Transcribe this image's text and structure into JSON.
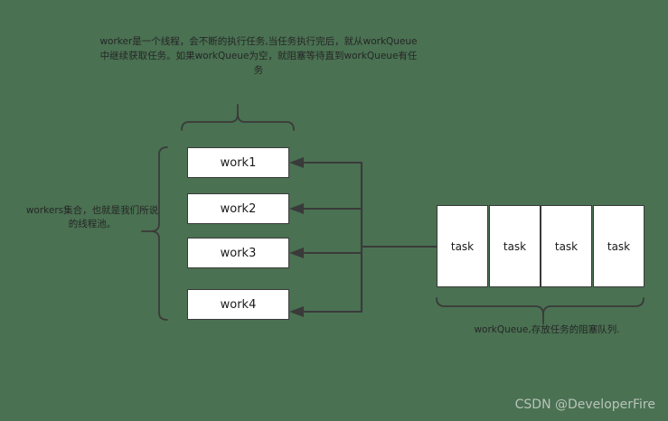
{
  "diagram": {
    "background_color": "#4a7152",
    "stroke_color": "#3a3a3a",
    "box_fill": "#ffffff",
    "annotations": {
      "worker_note": "worker是一个线程，会不断的执行任务,当任务执行完后，就从workQueue中继续获取任务。如果workQueue为空，就阻塞等待直到workQueue有任务",
      "workers_note": "workers集合，也就是我们所说的线程池。",
      "queue_note": "workQueue,存放任务的阻塞队列."
    },
    "workers": [
      {
        "label": "work1"
      },
      {
        "label": "work2"
      },
      {
        "label": "work3"
      },
      {
        "label": "work4"
      }
    ],
    "tasks": [
      {
        "label": "task"
      },
      {
        "label": "task"
      },
      {
        "label": "task"
      },
      {
        "label": "task"
      }
    ]
  },
  "watermark": {
    "text": "CSDN @DeveloperFire"
  }
}
